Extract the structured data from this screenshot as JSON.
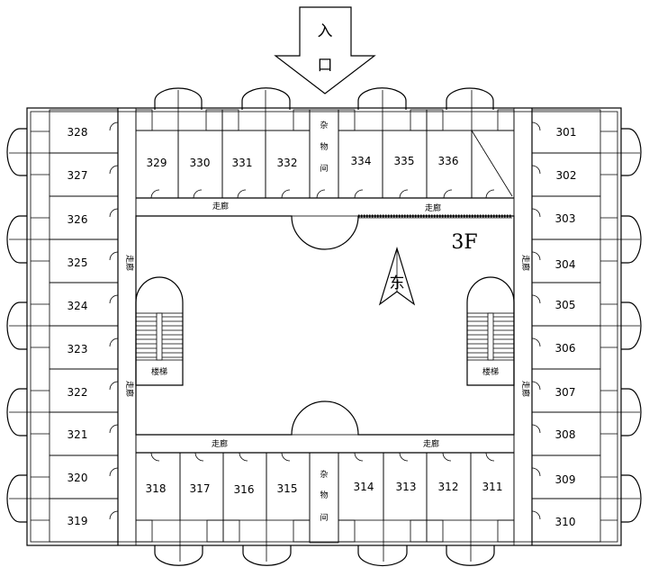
{
  "entrance": {
    "top": "入",
    "bottom": "口"
  },
  "floor": "3F",
  "north": "东",
  "corridor": "走廊",
  "stairs": "楼梯",
  "storage": [
    "杂",
    "物",
    "间"
  ],
  "rooms_top": [
    "329",
    "330",
    "331",
    "332",
    "334",
    "335",
    "336"
  ],
  "rooms_bottom": [
    "318",
    "317",
    "316",
    "315",
    "314",
    "313",
    "312",
    "311"
  ],
  "rooms_left": [
    "328",
    "327",
    "326",
    "325",
    "324",
    "323",
    "322",
    "321",
    "320",
    "319"
  ],
  "rooms_right": [
    "301",
    "302",
    "303",
    "304",
    "305",
    "306",
    "307",
    "308",
    "309",
    "310"
  ]
}
